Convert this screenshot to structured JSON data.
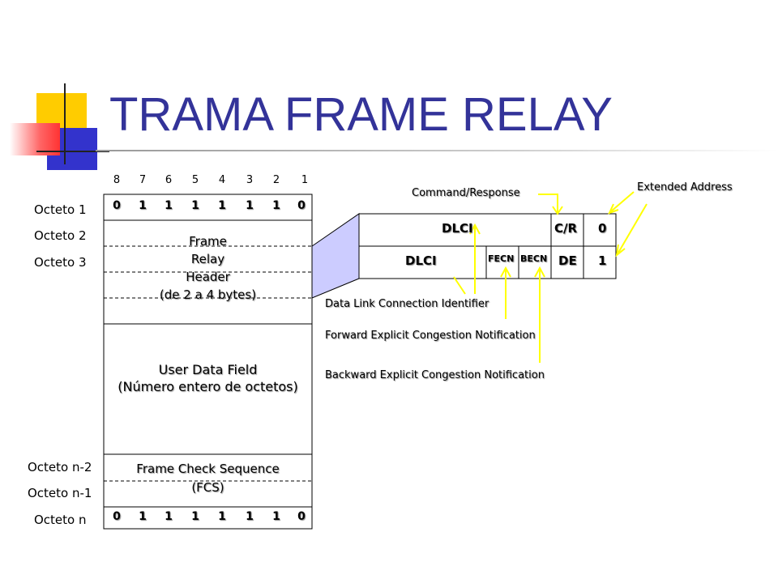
{
  "title": "TRAMA FRAME RELAY",
  "bit_positions": [
    "8",
    "7",
    "6",
    "5",
    "4",
    "3",
    "2",
    "1"
  ],
  "octet_labels": {
    "o1": "Octeto 1",
    "o2": "Octeto 2",
    "o3": "Octeto 3",
    "on2": "Octeto n-2",
    "on1": "Octeto n-1",
    "on": "Octeto n"
  },
  "flag_bits": [
    "0",
    "1",
    "1",
    "1",
    "1",
    "1",
    "1",
    "0"
  ],
  "frame": {
    "header_line1": "Frame",
    "header_line2": "Relay",
    "header_line3": "Header",
    "header_line4": "(de 2 a 4 bytes)",
    "user_line1": "User Data Field",
    "user_line2": "(Número entero de octetos)",
    "fcs_line1": "Frame Check Sequence",
    "fcs_line2": "(FCS)"
  },
  "address": {
    "dlci_top": "DLCI",
    "cr": "C/R",
    "ea0": "0",
    "dlci_bottom": "DLCI",
    "fecn": "FECN",
    "becn": "BECN",
    "de": "DE",
    "ea1": "1"
  },
  "notes": {
    "command_response": "Command/Response",
    "extended_address": "Extended Address",
    "dlci_full": "Data Link Connection Identifier",
    "fecn_full": "Forward Explicit Congestion Notification",
    "becn_full": "Backward  Explicit Congestion Notification"
  },
  "colors": {
    "title": "#333399",
    "arrow": "#ffff00",
    "callout_fill": "#ccccff",
    "deco_yellow": "#ffcc00",
    "deco_blue": "#3333cc",
    "deco_red": "#ff3333"
  }
}
